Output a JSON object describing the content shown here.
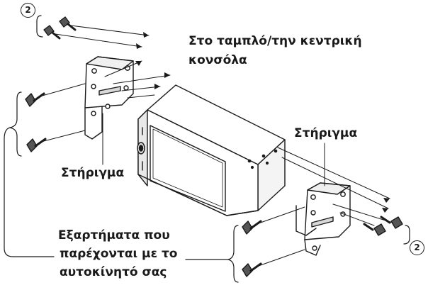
{
  "labels": {
    "dashboard_line1": "Στο ταμπλό/την κεντρική",
    "dashboard_line2": "κονσόλα",
    "bracket_left": "Στήριγμα",
    "bracket_right": "Στήριγμα",
    "parts_line1": "Εξαρτήματα που",
    "parts_line2": "παρέχονται με το",
    "parts_line3": "αυτοκίνητό σας"
  },
  "callouts": {
    "top": "2",
    "bottom": "2"
  }
}
